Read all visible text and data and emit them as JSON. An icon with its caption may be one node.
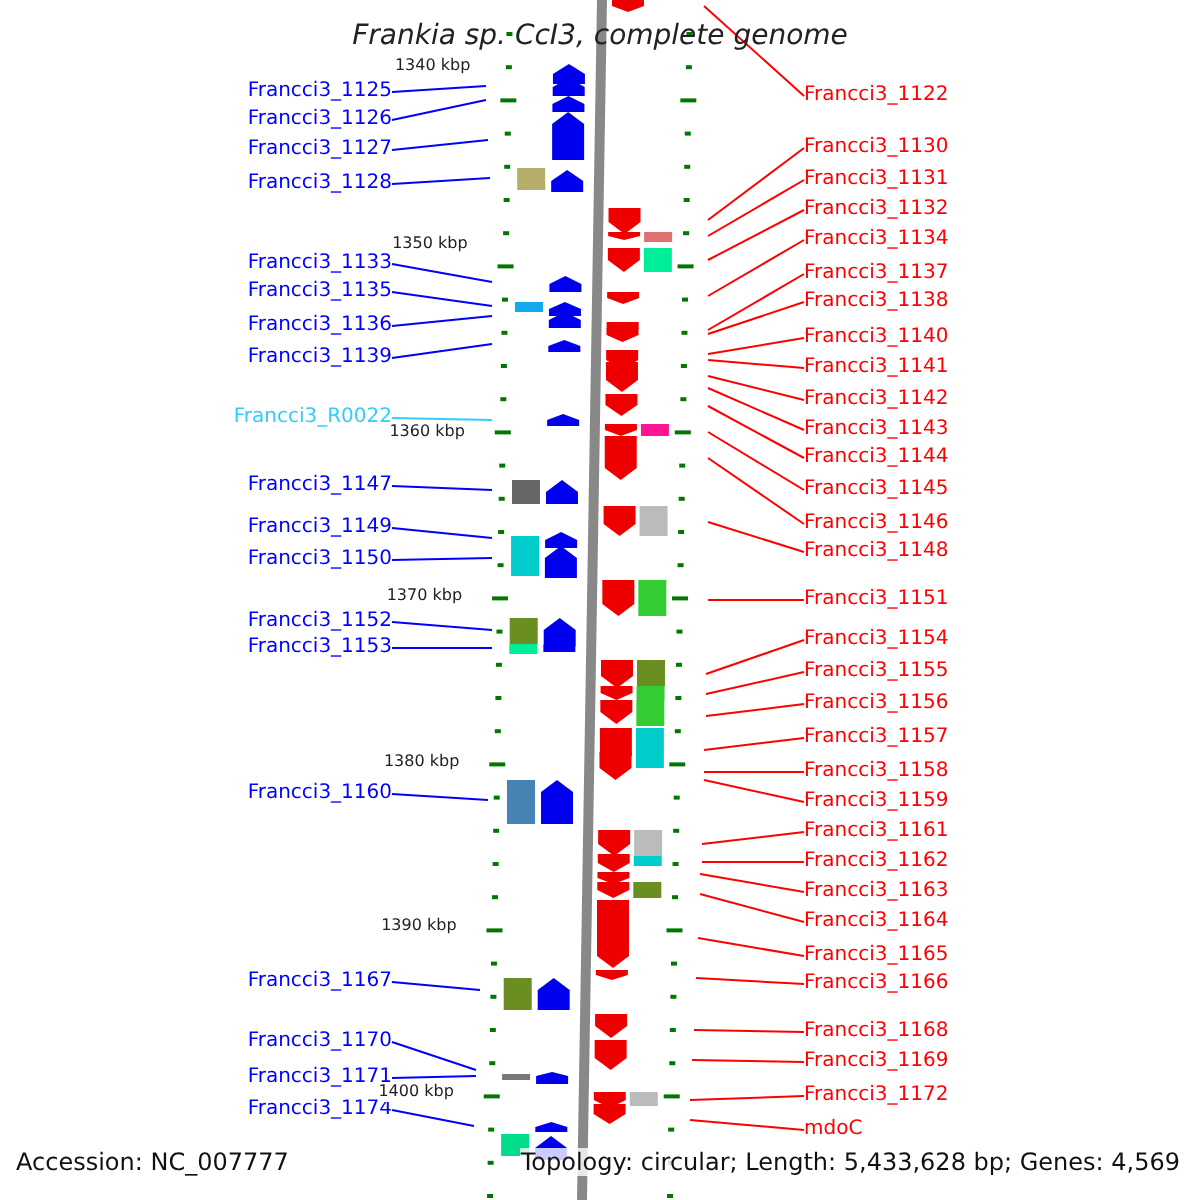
{
  "diagram": {
    "title": "Frankia sp. CcI3, complete genome",
    "nodes": [
      {
        "text": [
          "Francci3_1125"
        ]
      },
      {
        "text": [
          "Francci3_1126"
        ]
      },
      {
        "text": [
          "Francci3_1127"
        ]
      },
      {
        "text": [
          "Francci3_1128"
        ]
      },
      {
        "text": [
          "Francci3_1133"
        ]
      },
      {
        "text": [
          "Francci3_1135"
        ]
      },
      {
        "text": [
          "Francci3_1136"
        ]
      },
      {
        "text": [
          "Francci3_1139"
        ]
      },
      {
        "text": [
          "Francci3_R0022"
        ]
      },
      {
        "text": [
          "Francci3_1147"
        ]
      },
      {
        "text": [
          "Francci3_1149"
        ]
      },
      {
        "text": [
          "Francci3_1150"
        ]
      },
      {
        "text": [
          "Francci3_1152"
        ]
      },
      {
        "text": [
          "Francci3_1153"
        ]
      },
      {
        "text": [
          "Francci3_1160"
        ]
      },
      {
        "text": [
          "Francci3_1167"
        ]
      },
      {
        "text": [
          "Francci3_1170"
        ]
      },
      {
        "text": [
          "Francci3_1171"
        ]
      },
      {
        "text": [
          "Francci3_1174"
        ]
      },
      {
        "text": [
          "Francci3_1122"
        ]
      },
      {
        "text": [
          "Francci3_1130"
        ]
      },
      {
        "text": [
          "Francci3_1131"
        ]
      },
      {
        "text": [
          "Francci3_1132"
        ]
      },
      {
        "text": [
          "Francci3_1134"
        ]
      },
      {
        "text": [
          "Francci3_1137"
        ]
      },
      {
        "text": [
          "Francci3_1138"
        ]
      },
      {
        "text": [
          "Francci3_1140"
        ]
      },
      {
        "text": [
          "Francci3_1141"
        ]
      },
      {
        "text": [
          "Francci3_1142"
        ]
      },
      {
        "text": [
          "Francci3_1143"
        ]
      },
      {
        "text": [
          "Francci3_1144"
        ]
      },
      {
        "text": [
          "Francci3_1145"
        ]
      },
      {
        "text": [
          "Francci3_1146"
        ]
      },
      {
        "text": [
          "Francci3_1148"
        ]
      },
      {
        "text": [
          "Francci3_1151"
        ]
      },
      {
        "text": [
          "Francci3_1154"
        ]
      },
      {
        "text": [
          "Francci3_1155"
        ]
      },
      {
        "text": [
          "Francci3_1156"
        ]
      },
      {
        "text": [
          "Francci3_1157"
        ]
      },
      {
        "text": [
          "Francci3_1158"
        ]
      },
      {
        "text": [
          "Francci3_1159"
        ]
      },
      {
        "text": [
          "Francci3_1161"
        ]
      },
      {
        "text": [
          "Francci3_1162"
        ]
      },
      {
        "text": [
          "Francci3_1163"
        ]
      },
      {
        "text": [
          "Francci3_1164"
        ]
      },
      {
        "text": [
          "Francci3_1165"
        ]
      },
      {
        "text": [
          "Francci3_1166"
        ]
      },
      {
        "text": [
          "Francci3_1168"
        ]
      },
      {
        "text": [
          "Francci3_1169"
        ]
      },
      {
        "text": [
          "Francci3_1172"
        ]
      },
      {
        "text": [
          "mdoC"
        ]
      }
    ],
    "edges": [
      {
        "from": 0,
        "to": null,
        "arrow": "none",
        "color": "#0000ff"
      },
      {
        "from": 1,
        "to": null,
        "arrow": "none",
        "color": "#0000ff"
      },
      {
        "from": 2,
        "to": null,
        "arrow": "none",
        "color": "#0000ff"
      },
      {
        "from": 3,
        "to": null,
        "arrow": "none",
        "color": "#0000ff"
      },
      {
        "from": 4,
        "to": null,
        "arrow": "none",
        "color": "#0000ff"
      },
      {
        "from": 5,
        "to": null,
        "arrow": "none",
        "color": "#0000ff"
      },
      {
        "from": 6,
        "to": null,
        "arrow": "none",
        "color": "#0000ff"
      },
      {
        "from": 7,
        "to": null,
        "arrow": "none",
        "color": "#0000ff"
      },
      {
        "from": 8,
        "to": null,
        "arrow": "none",
        "color": "#33ccff"
      },
      {
        "from": 9,
        "to": null,
        "arrow": "none",
        "color": "#0000ff"
      },
      {
        "from": 10,
        "to": null,
        "arrow": "none",
        "color": "#0000ff"
      },
      {
        "from": 11,
        "to": null,
        "arrow": "none",
        "color": "#0000ff"
      },
      {
        "from": 12,
        "to": null,
        "arrow": "none",
        "color": "#0000ff"
      },
      {
        "from": 13,
        "to": null,
        "arrow": "none",
        "color": "#0000ff"
      },
      {
        "from": 14,
        "to": null,
        "arrow": "none",
        "color": "#0000ff"
      },
      {
        "from": 15,
        "to": null,
        "arrow": "none",
        "color": "#0000ff"
      },
      {
        "from": 16,
        "to": null,
        "arrow": "none",
        "color": "#0000ff"
      },
      {
        "from": 17,
        "to": null,
        "arrow": "none",
        "color": "#0000ff"
      },
      {
        "from": 18,
        "to": null,
        "arrow": "none",
        "color": "#0000ff"
      },
      {
        "from": 19,
        "to": null,
        "arrow": "none"
      },
      {
        "from": 20,
        "to": null,
        "arrow": "none"
      },
      {
        "from": 21,
        "to": null,
        "arrow": "none"
      },
      {
        "from": 22,
        "to": null,
        "arrow": "none"
      },
      {
        "from": 23,
        "to": null,
        "arrow": "none"
      },
      {
        "from": 24,
        "to": null,
        "arrow": "none"
      },
      {
        "from": 25,
        "to": null,
        "arrow": "none"
      },
      {
        "from": 26,
        "to": null,
        "arrow": "none"
      },
      {
        "from": 27,
        "to": null,
        "arrow": "none"
      },
      {
        "from": 28,
        "to": null,
        "arrow": "none"
      },
      {
        "from": 29,
        "to": null,
        "arrow": "none"
      },
      {
        "from": 30,
        "to": null,
        "arrow": "none"
      },
      {
        "from": 31,
        "to": null,
        "arrow": "none"
      },
      {
        "from": 32,
        "to": null,
        "arrow": "none"
      },
      {
        "from": 33,
        "to": null,
        "arrow": "none"
      },
      {
        "from": 34,
        "to": null,
        "arrow": "none"
      },
      {
        "from": 35,
        "to": null,
        "arrow": "none"
      },
      {
        "from": 36,
        "to": null,
        "arrow": "none"
      },
      {
        "from": 37,
        "to": null,
        "arrow": "none"
      },
      {
        "from": 38,
        "to": null,
        "arrow": "none"
      },
      {
        "from": 39,
        "to": null,
        "arrow": "none"
      },
      {
        "from": 40,
        "to": null,
        "arrow": "none"
      },
      {
        "from": 41,
        "to": null,
        "arrow": "none"
      },
      {
        "from": 42,
        "to": null,
        "arrow": "none"
      },
      {
        "from": 43,
        "to": null,
        "arrow": "none"
      },
      {
        "from": 44,
        "to": null,
        "arrow": "none"
      },
      {
        "from": 45,
        "to": null,
        "arrow": "none"
      },
      {
        "from": 46,
        "to": null,
        "arrow": "none"
      },
      {
        "from": 47,
        "to": null,
        "arrow": "none"
      },
      {
        "from": 48,
        "to": null,
        "arrow": "none"
      },
      {
        "from": 49,
        "to": null,
        "arrow": "none"
      },
      {
        "from": 50,
        "to": null,
        "arrow": "none"
      }
    ],
    "labels": [
      "1340 kbp",
      "1350 kbp",
      "1360 kbp",
      "1370 kbp",
      "1380 kbp",
      "1390 kbp",
      "1400 kbp",
      "Accession: NC_007777",
      "Topology: circular; Length: 5,433,628 bp; Genes: 4,569"
    ]
  }
}
